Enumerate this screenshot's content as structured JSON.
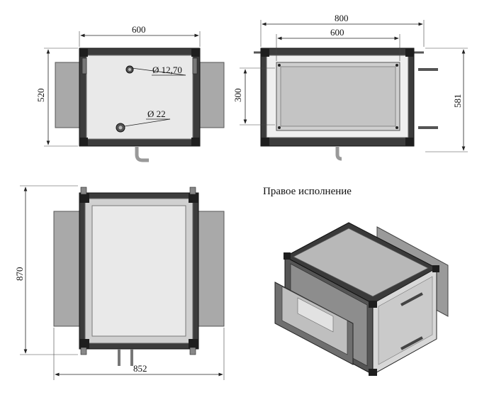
{
  "dimensions": {
    "top_width": "600",
    "top_height": "520",
    "pipe_a": "Ø 12,70",
    "pipe_b": "Ø 22",
    "side_width_outer": "800",
    "side_width_inner": "600",
    "side_height_inner": "300",
    "side_height_outer": "581",
    "front_height": "870",
    "front_width": "852"
  },
  "caption": "Правое исполнение"
}
